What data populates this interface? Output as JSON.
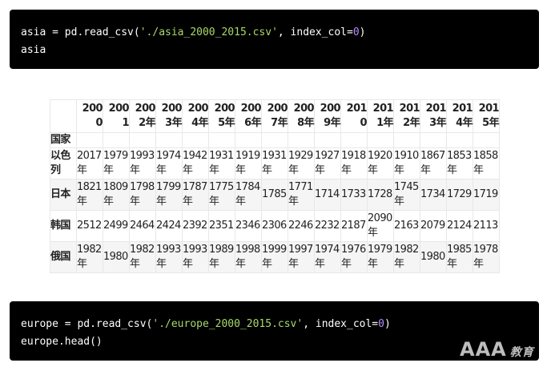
{
  "code_cell_1": {
    "line1": {
      "a": "asia = pd.read_csv(",
      "b": "'./asia_2000_2015.csv'",
      "c": ", index_col=",
      "d": "0",
      "e": ")"
    },
    "line2": "asia"
  },
  "dataframe": {
    "columns": [
      "2000",
      "2001",
      "2002年",
      "2003年",
      "2004年",
      "2005年",
      "2006年",
      "2007年",
      "2008年",
      "2009年",
      "2010",
      "2011年",
      "2012年",
      "2013年",
      "2014年",
      "2015年"
    ],
    "index_name": "国家",
    "rows": [
      {
        "label": "以色列",
        "cells": [
          "2017年",
          "1979年",
          "1993年",
          "1974年",
          "1942年",
          "1931年",
          "1919年",
          "1931年",
          "1929年",
          "1927年",
          "1918年",
          "1920年",
          "1910年",
          "1867年",
          "1853年",
          "1858年"
        ]
      },
      {
        "label": "日本",
        "cells": [
          "1821年",
          "1809年",
          "1798年",
          "1799年",
          "1787年",
          "1775年",
          "1784年",
          "1785",
          "1771年",
          "1714",
          "1733",
          "1728",
          "1745年",
          "1734",
          "1729",
          "1719"
        ]
      },
      {
        "label": "韩国",
        "cells": [
          "2512",
          "2499",
          "2464",
          "2424",
          "2392",
          "2351",
          "2346",
          "2306",
          "2246",
          "2232",
          "2187",
          "2090年",
          "2163",
          "2079",
          "2124",
          "2113"
        ]
      },
      {
        "label": "俄国",
        "cells": [
          "1982年",
          "1980",
          "1982年",
          "1993年",
          "1993年",
          "1989年",
          "1998年",
          "1999年",
          "1997年",
          "1974年",
          "1976年",
          "1979年",
          "1982年",
          "1980",
          "1985年",
          "1978年"
        ]
      }
    ]
  },
  "code_cell_2": {
    "line1": {
      "a": "europe = pd.read_csv(",
      "b": "'./europe_2000_2015.csv'",
      "c": ", index_col=",
      "d": "0",
      "e": ")"
    },
    "line2": "europe.head()"
  },
  "watermark": {
    "main": "AAA",
    "sub": "教育"
  },
  "colors": {
    "code_bg": "#000000",
    "string": "#a8d86a",
    "number": "#b88cff"
  }
}
